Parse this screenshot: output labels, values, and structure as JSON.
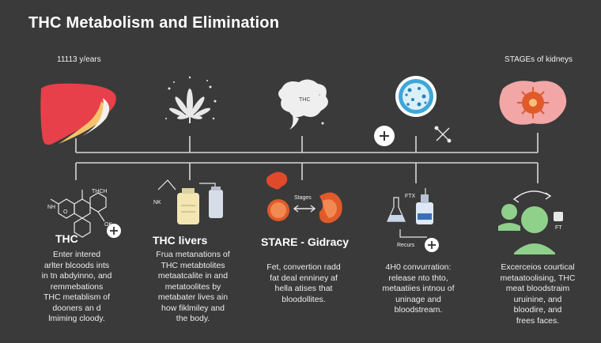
{
  "title": "THC Metabolism and Elimination",
  "corner_left": "11113 y/ears",
  "corner_right": "STAGEs of kidneys",
  "top_icons": [
    "liver-icon",
    "cannabis-leaf-icon",
    "brain-icon",
    "cell-icon",
    "kidney-tissue-icon"
  ],
  "plus_symbol": "+",
  "small_labels": {
    "leaf_cloud": "THC",
    "chem_tag": "THCH",
    "chem_ok": "OK",
    "chem_nh": "NH",
    "chem_o": "O",
    "vial_nk": "NK",
    "stages": "Stages",
    "ftx": "FTX",
    "recurs": "Recurs",
    "ft": "FT"
  },
  "columns": [
    {
      "title": "THC",
      "body": [
        "Enter intered",
        "arlter blcoods ints",
        "in tn abdyinno, and",
        "remmebations",
        "THC metablism of",
        "dooners an d",
        "lmiming cloody."
      ]
    },
    {
      "title": "THC livers",
      "body": [
        "Frua metanations of",
        "THC metabtolites",
        "metaatcalite in and",
        "metatoolites by",
        "metabater lives ain",
        "how fiklmiley and",
        "the body."
      ]
    },
    {
      "title": "STARE - Gidracy",
      "body": [
        "Fet, convertion radd",
        "fat deal enniney af",
        "hella atises that",
        "bloodollites."
      ]
    },
    {
      "title": "",
      "body": [
        "4H0 convurration:",
        "release nto thto,",
        "metaatiies intnou of",
        "uninage and",
        "bloodstream."
      ]
    },
    {
      "title": "",
      "body": [
        "Excerceios courtical",
        "metaatoolising, THC",
        "meat bloodstraim",
        "uruinine, and",
        "bloodire, and",
        "frees faces."
      ]
    }
  ],
  "colors": {
    "background": "#3a3a3a",
    "liver": "#e8404a",
    "kidney": "#e05a2a",
    "cell": "#3fa6d8",
    "person": "#8fd08a"
  }
}
